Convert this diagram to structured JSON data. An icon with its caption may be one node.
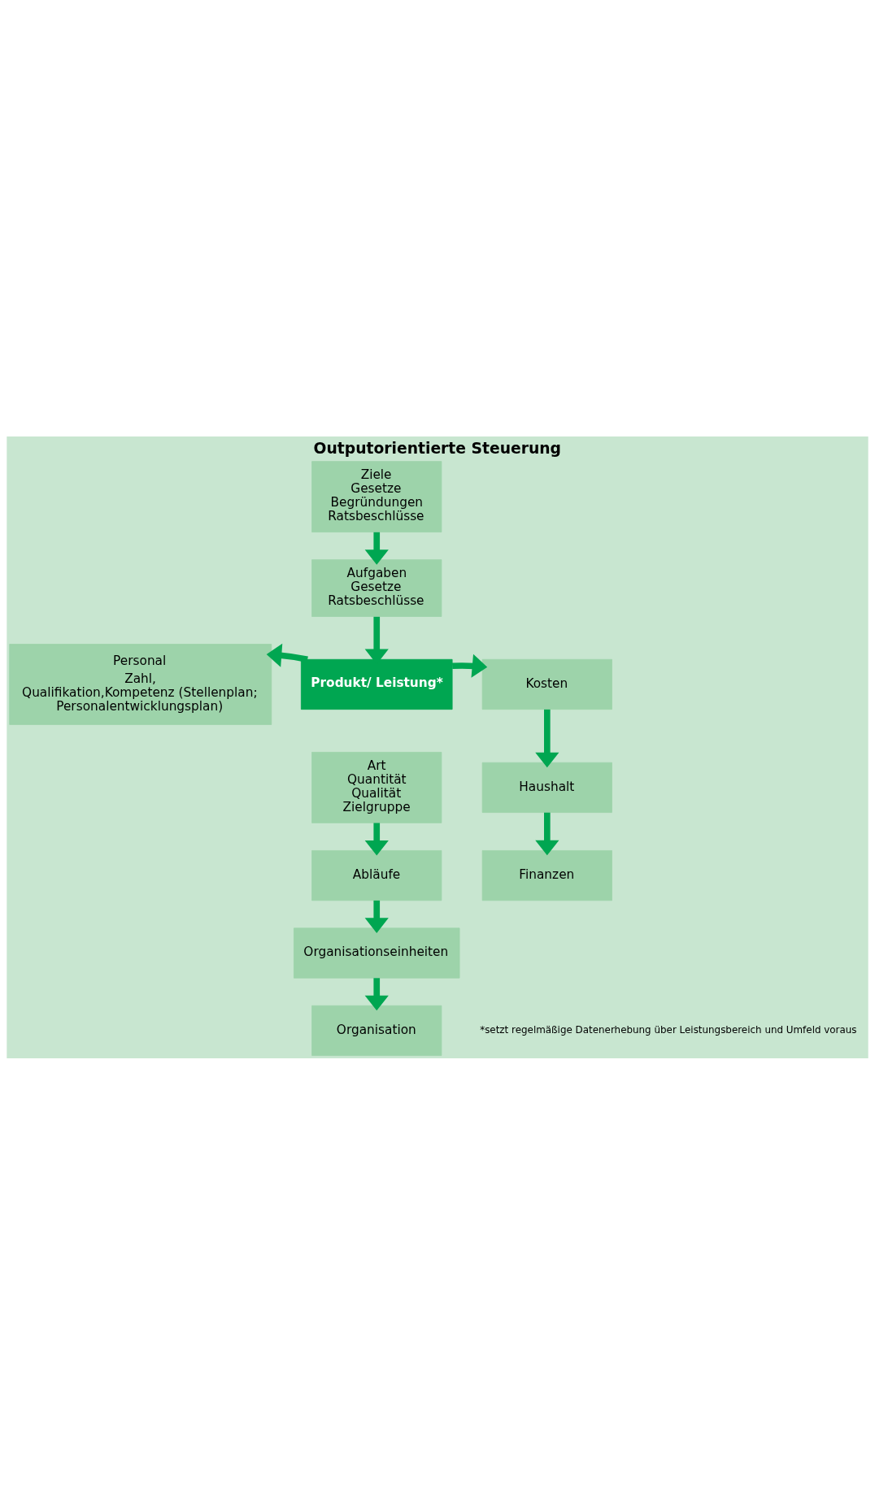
{
  "diagram": {
    "title": "Outputorientierte Steuerung",
    "nodes": [
      {
        "text": [
          "Ziele",
          "Gesetze",
          "Begründungen",
          "Ratsbeschlüsse"
        ]
      },
      {
        "text": [
          "Aufgaben",
          "Gesetze",
          "Ratsbeschlüsse"
        ]
      },
      {
        "text": [
          "Produkt/ Leistung*"
        ]
      },
      {
        "text": [
          "Personal",
          "Zahl, Qualifikation,Kompetenz (Stellenplan; Personalentwicklungsplan)"
        ]
      },
      {
        "text": [
          "Kosten"
        ]
      },
      {
        "text": [
          "Art",
          "Quantität",
          "Qualität",
          "Zielgruppe"
        ]
      },
      {
        "text": [
          "Haushalt"
        ]
      },
      {
        "text": [
          "Abläufe"
        ]
      },
      {
        "text": [
          "Finanzen"
        ]
      },
      {
        "text": [
          "Organisationseinheiten"
        ]
      },
      {
        "text": [
          "Organisation"
        ]
      }
    ],
    "edges": [
      {
        "from": 0,
        "to": 1,
        "arrow": "to"
      },
      {
        "from": 1,
        "to": 2,
        "arrow": "to"
      },
      {
        "from": 2,
        "to": 3,
        "arrow": "to"
      },
      {
        "from": 2,
        "to": 4,
        "arrow": "to"
      },
      {
        "from": 4,
        "to": 6,
        "arrow": "to"
      },
      {
        "from": 6,
        "to": 8,
        "arrow": "to"
      },
      {
        "from": 5,
        "to": 7,
        "arrow": "to"
      },
      {
        "from": 7,
        "to": 9,
        "arrow": "to"
      },
      {
        "from": 9,
        "to": 10,
        "arrow": "to"
      }
    ],
    "labels": [
      "*setzt regelmäßige Datenerhebung über Leistungsbereich und Umfeld voraus"
    ]
  }
}
